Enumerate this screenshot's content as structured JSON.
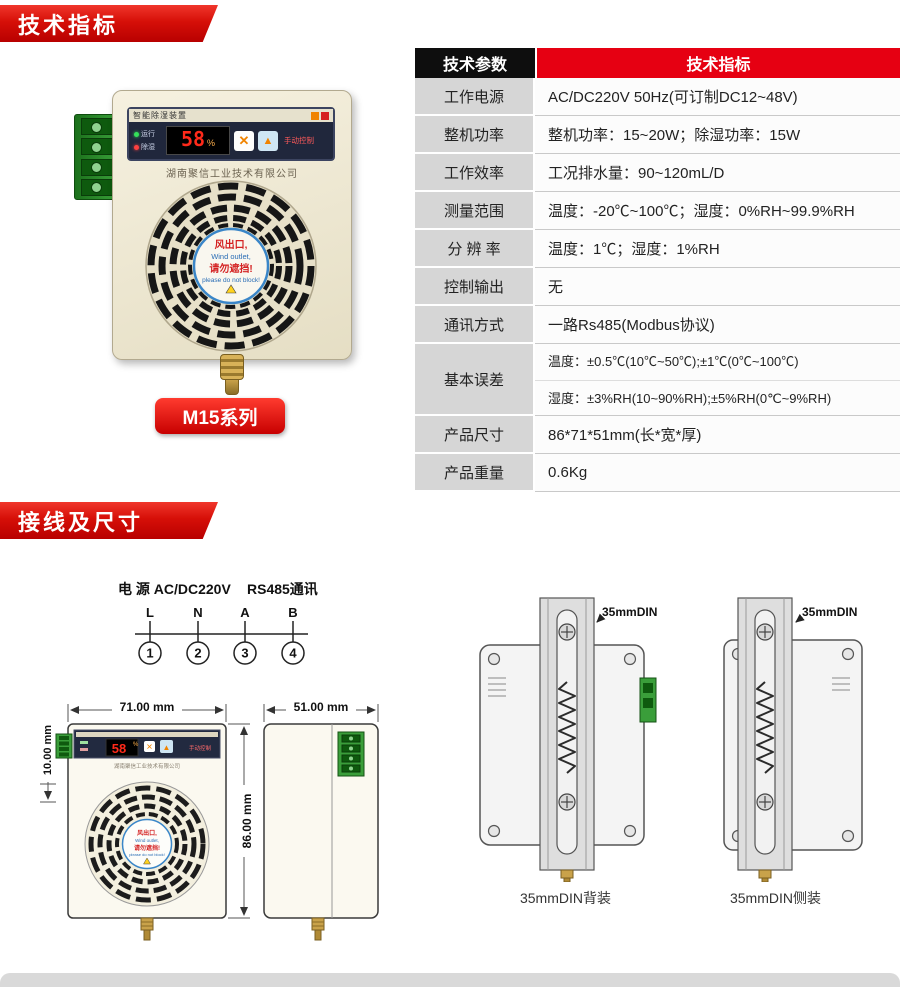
{
  "page": {
    "accent_red": "#e60012",
    "table_header_dark": "#0e0e0e"
  },
  "icons": {
    "x_button": "✕",
    "triangle_button": "▲"
  },
  "section_specs": {
    "banner": "技术指标",
    "product": {
      "panel_title": "智能除湿装置",
      "indicator1": "运行",
      "indicator2": "除湿",
      "display_value": "58",
      "display_unit": "%",
      "manual_label": "手动控制",
      "company": "湖南聚信工业技术有限公司",
      "fan_label_cn1": "风出口,",
      "fan_label_en1": "Wind outlet,",
      "fan_label_cn2": "请勿遮挡!",
      "fan_label_en2": "please do not block!",
      "series_label": "M15系列"
    },
    "table": {
      "header_param": "技术参数",
      "header_value": "技术指标",
      "rows": [
        {
          "param": "工作电源",
          "value": "AC/DC220V 50Hz(可订制DC12~48V)"
        },
        {
          "param": "整机功率",
          "value": "整机功率：15~20W；除湿功率：15W"
        },
        {
          "param": "工作效率",
          "value": "工况排水量：90~120mL/D"
        },
        {
          "param": "测量范围",
          "value": "温度：-20℃~100℃；湿度：0%RH~99.9%RH"
        },
        {
          "param": "分 辨 率",
          "value": "温度：1℃；湿度：1%RH"
        },
        {
          "param": "控制输出",
          "value": "无"
        },
        {
          "param": "通讯方式",
          "value": "一路Rs485(Modbus协议)"
        },
        {
          "param": "基本误差",
          "value": "温度：±0.5℃(10℃~50℃);±1℃(0℃~100℃)",
          "value2": "湿度：±3%RH(10~90%RH);±5%RH(0℃~9%RH)"
        },
        {
          "param": "产品尺寸",
          "value": "86*71*51mm(长*宽*厚)"
        },
        {
          "param": "产品重量",
          "value": "0.6Kg"
        }
      ]
    }
  },
  "section_wiring": {
    "banner": "接线及尺寸",
    "wiring": {
      "power_label": "电 源 AC/DC220V",
      "comm_label": "RS485通讯",
      "terminals": [
        {
          "letter": "L",
          "number": "1"
        },
        {
          "letter": "N",
          "number": "2"
        },
        {
          "letter": "A",
          "number": "3"
        },
        {
          "letter": "B",
          "number": "4"
        }
      ]
    },
    "dimensions": {
      "width": "71.00 mm",
      "terminal_height": "10.00 mm",
      "height": "86.00 mm",
      "depth": "51.00 mm"
    },
    "din": {
      "rail_label": "35mmDIN",
      "caption_back": "35mmDIN背装",
      "caption_side": "35mmDIN侧装"
    }
  }
}
